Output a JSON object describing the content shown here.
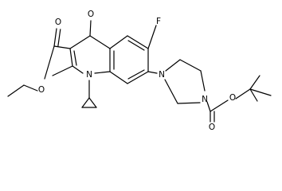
{
  "structure": {
    "atoms": {
      "O_keto": "O",
      "O_ester_carbonyl": "O",
      "O_ester_alkoxy": "O",
      "F": "F",
      "N_quinolone": "N",
      "N_piperazine_aryl": "N",
      "N_piperazine_boc": "N",
      "O_boc_alkoxy": "O",
      "O_boc_carbonyl": "O"
    }
  }
}
